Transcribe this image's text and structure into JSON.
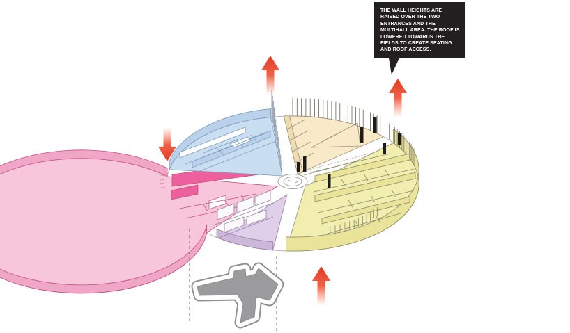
{
  "callout": {
    "text": "THE WALL HEIGHTS ARE RAISED OVER THE TWO ENTRANCES AND THE MULTIHALL AREA. THE ROOF IS LOWERED TOWARDS THE FIELDS TO CREATE SEATING AND ROOF ACCESS.",
    "bg": "#231f20",
    "text_color": "#ffffff"
  },
  "arrows": {
    "color_head": "#e23920",
    "color_mid": "#ed5b40",
    "color_tail": "#f4856e",
    "items": [
      {
        "id": "north",
        "direction": "up"
      },
      {
        "id": "east",
        "direction": "up"
      },
      {
        "id": "west",
        "direction": "down"
      },
      {
        "id": "south",
        "direction": "up"
      }
    ]
  },
  "segments": {
    "blue": {
      "fill": "#cadef2",
      "wall": "#b9d1ea",
      "stroke": "#7d9cba"
    },
    "cream": {
      "fill": "#f8e9c9",
      "wall": "#efdcb2",
      "stroke": "#9e9176"
    },
    "yellow": {
      "fill": "#f1eeb0",
      "wall": "#e9e49a",
      "stroke": "#8f8d6d"
    },
    "pink": {
      "fill": "#f7c6da",
      "wall": "#ee5f9d",
      "stroke": "#c2527f"
    },
    "purple": {
      "fill": "#e0cfe8",
      "wall": "#cdb7d8",
      "stroke": "#967fa5"
    }
  },
  "site": {
    "outline_color": "#b3b3b3",
    "column_color": "#1c1c1c",
    "dashed_color": "#6a6a6a"
  },
  "entrance_arrow": {
    "floor_color": "#9b9b9d",
    "edge_color": "#8f8f8f"
  }
}
